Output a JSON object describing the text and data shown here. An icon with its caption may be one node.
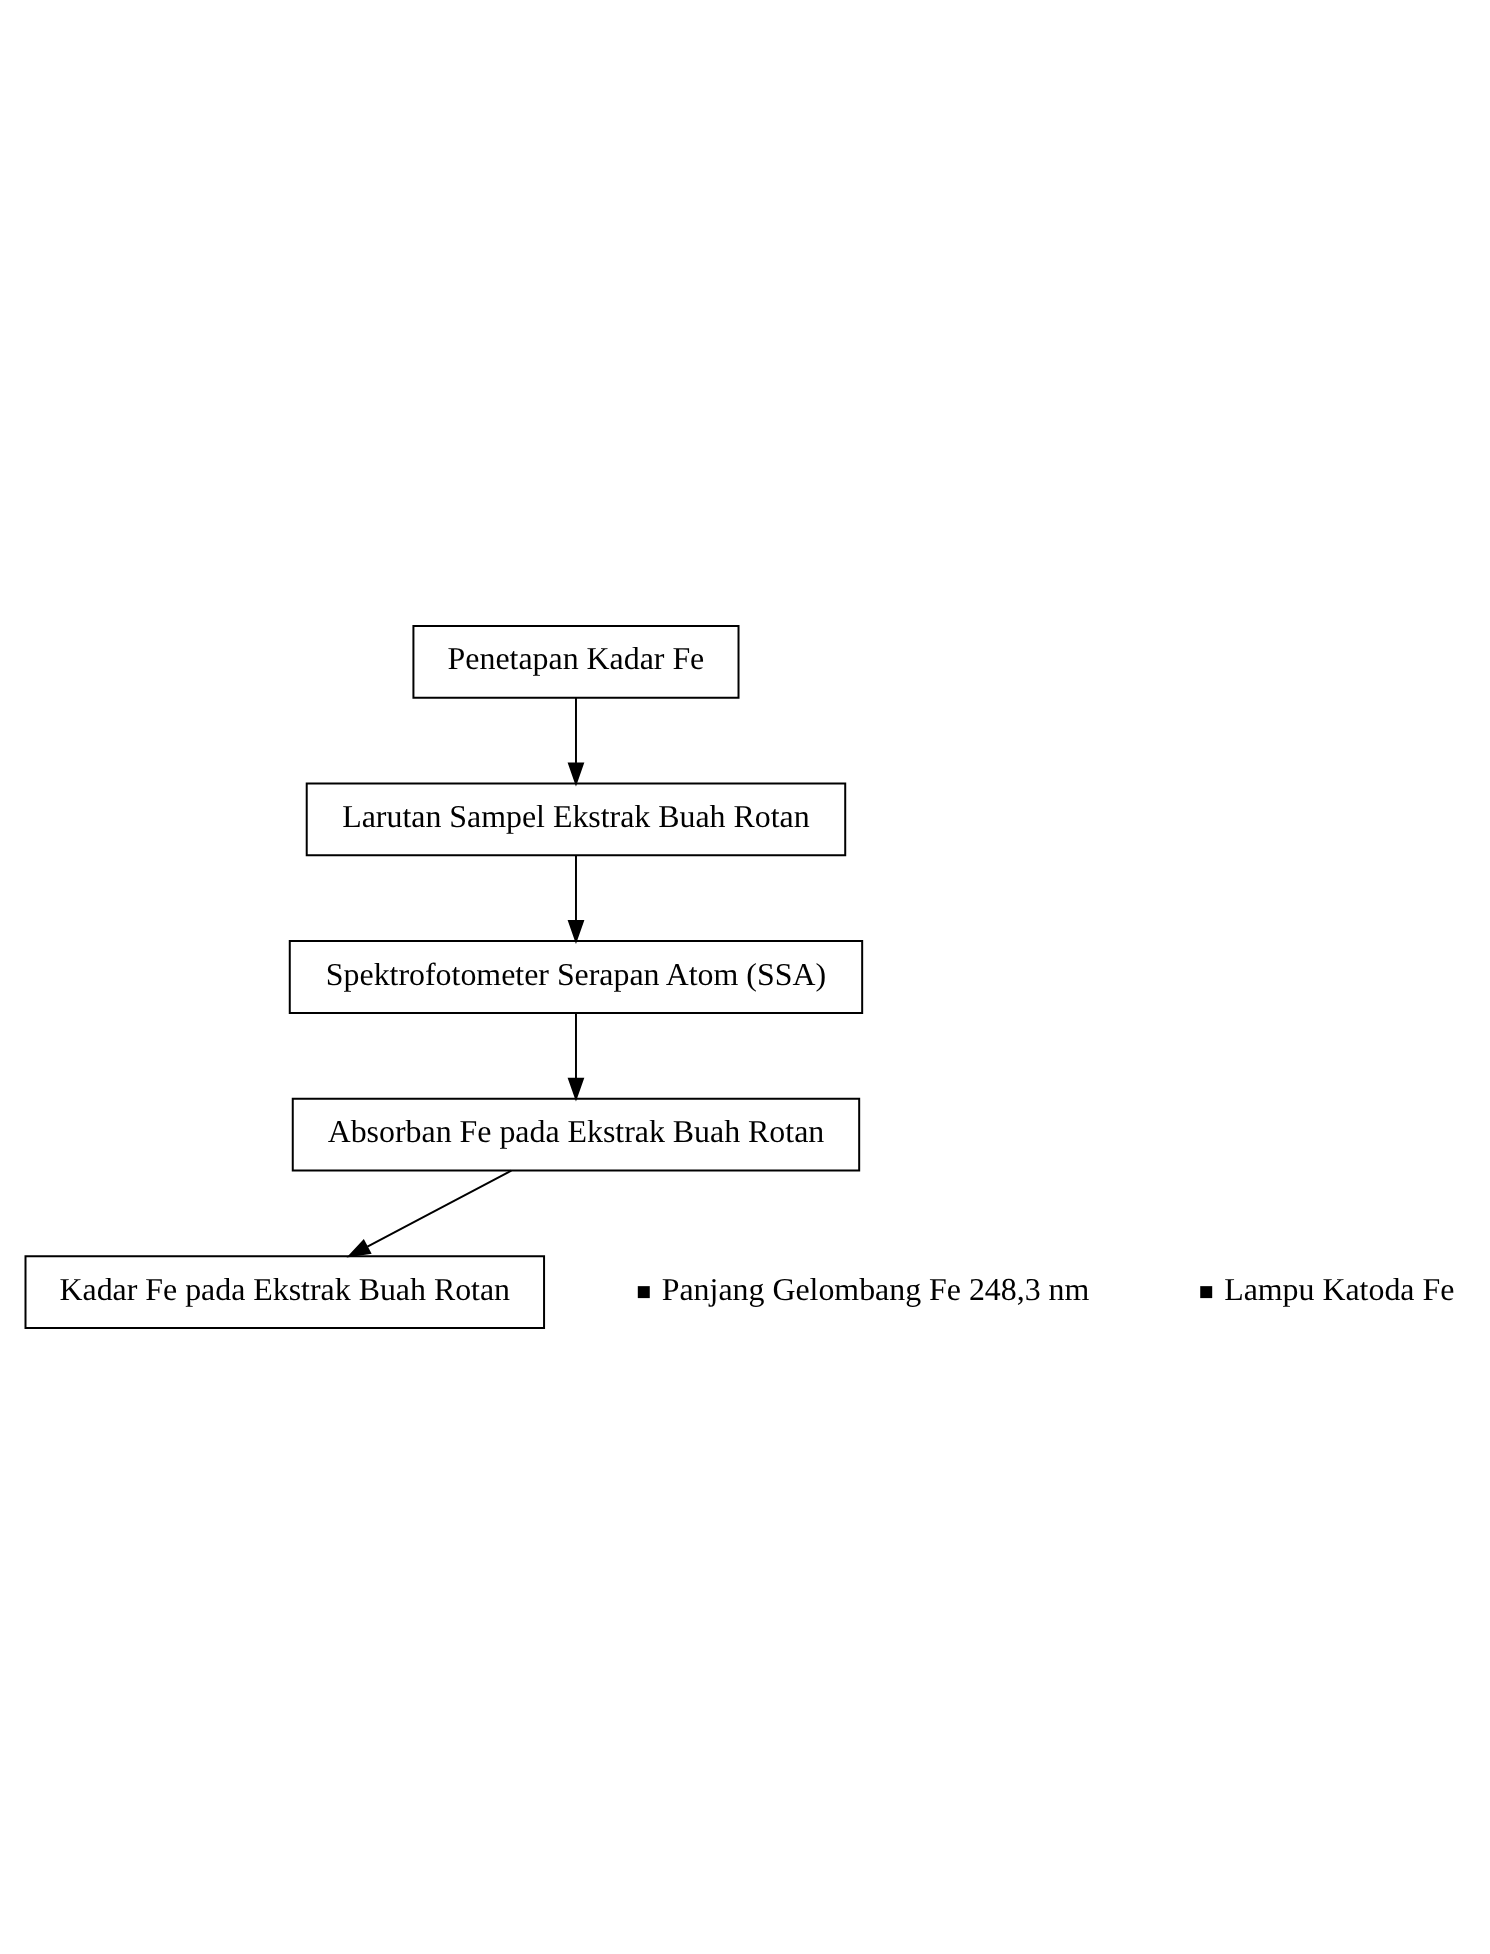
{
  "diagram": {
    "nodes": [
      {
        "text": [
          "Penetapan Kadar Fe"
        ]
      },
      {
        "text": [
          "Larutan Sampel Ekstrak Buah Rotan"
        ]
      },
      {
        "text": [
          "Spektrofotometer Serapan Atom (SSA)"
        ]
      },
      {
        "text": [
          "Absorban Fe pada Ekstrak Buah Rotan"
        ]
      },
      {
        "text": [
          "Kadar Fe pada Ekstrak Buah Rotan"
        ]
      }
    ],
    "edges": [
      {
        "from": 0,
        "to": 1,
        "arrow": "to"
      },
      {
        "from": 1,
        "to": 2,
        "arrow": "to"
      },
      {
        "from": 2,
        "to": 3,
        "arrow": "to"
      },
      {
        "from": 3,
        "to": 4,
        "arrow": "to"
      }
    ],
    "labels": [
      "Panjang Gelombang Fe 248,3 nm",
      "Lampu Katoda Fe"
    ]
  }
}
